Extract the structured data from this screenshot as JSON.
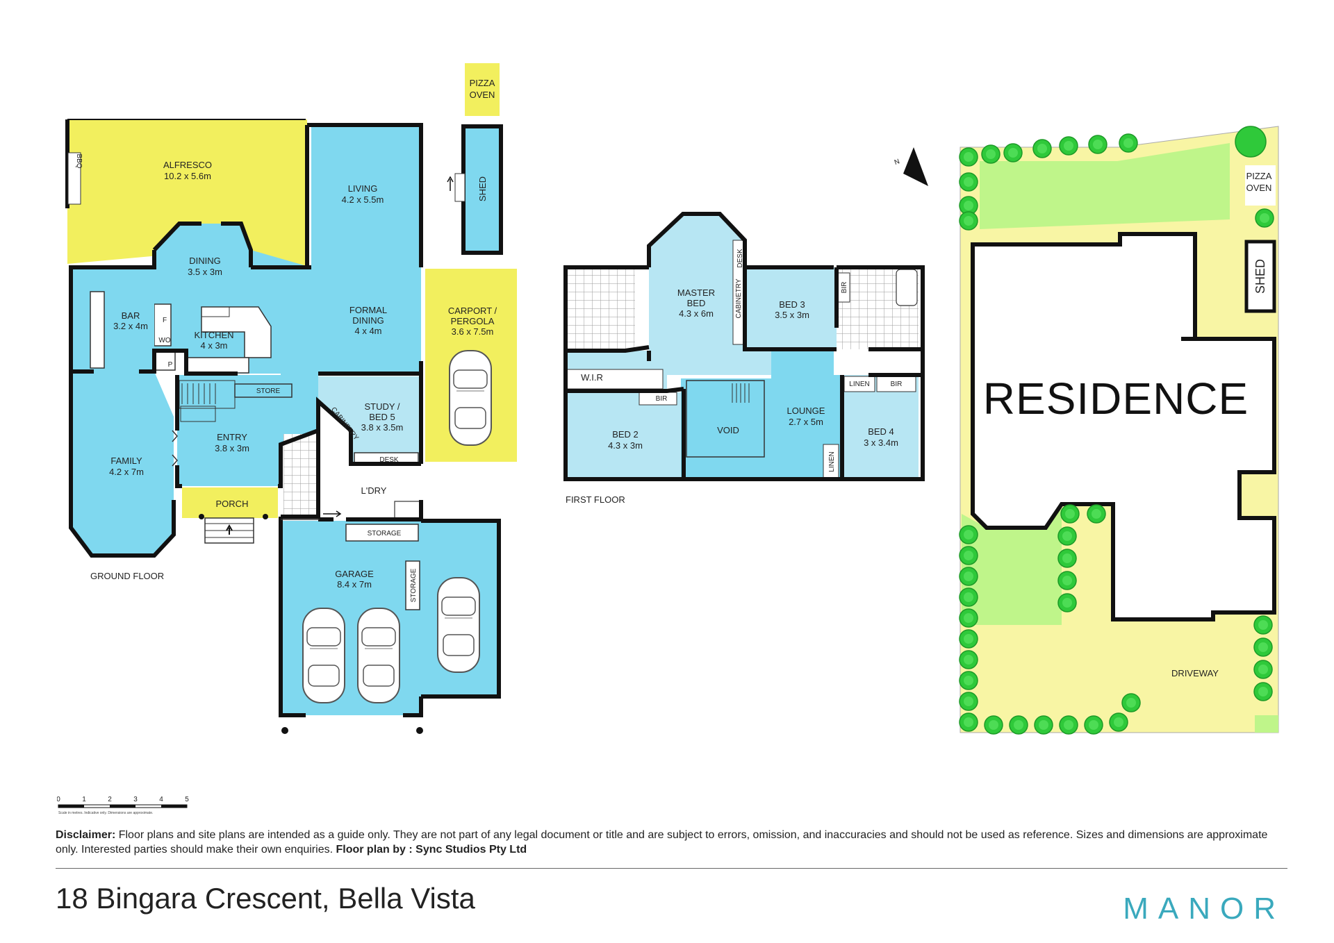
{
  "colors": {
    "room_blue": "#7fd8ef",
    "light_blue": "#b7e6f3",
    "yellow": "#f2ef5e",
    "pale_yellow": "#f8f5a4",
    "lawn_green": "#bff58a",
    "tree_green": "#2fc93a",
    "wall": "#111111",
    "brand": "#3aa9bd"
  },
  "ground_floor": {
    "label": "GROUND FLOOR",
    "rooms": {
      "alfresco": {
        "name": "ALFRESCO",
        "size": "10.2 x 5.6m"
      },
      "living": {
        "name": "LIVING",
        "size": "4.2 x 5.5m"
      },
      "dining": {
        "name": "DINING",
        "size": "3.5 x 3m"
      },
      "formal_dining": {
        "name1": "FORMAL",
        "name2": "DINING",
        "size": "4 x 4m"
      },
      "bar": {
        "name": "BAR",
        "size": "3.2 x 4m"
      },
      "kitchen": {
        "name": "KITCHEN",
        "size": "4 x 3m"
      },
      "family": {
        "name": "FAMILY",
        "size": "4.2 x 7m"
      },
      "entry": {
        "name": "ENTRY",
        "size": "3.8 x 3m"
      },
      "study": {
        "name1": "STUDY /",
        "name2": "BED 5",
        "size": "3.8 x 3.5m"
      },
      "carport": {
        "name1": "CARPORT /",
        "name2": "PERGOLA",
        "size": "3.6 x 7.5m"
      },
      "garage": {
        "name": "GARAGE",
        "size": "8.4 x 7m"
      },
      "porch": {
        "name": "PORCH"
      },
      "laundry": {
        "name": "L'DRY"
      }
    },
    "small_labels": {
      "store": "STORE",
      "storage_top": "STORAGE",
      "storage_side": "STORAGE",
      "desk": "DESK",
      "cabinetry": "CABINETRY",
      "bbq": "BBQ",
      "fridge": "F",
      "wall_oven": "WO",
      "pantry": "P"
    },
    "outbuildings": {
      "pizza_oven_1": "PIZZA",
      "pizza_oven_2": "OVEN",
      "shed": "SHED"
    }
  },
  "first_floor": {
    "label": "FIRST FLOOR",
    "rooms": {
      "master": {
        "name1": "MASTER",
        "name2": "BED",
        "size": "4.3 x 6m"
      },
      "bed3": {
        "name": "BED 3",
        "size": "3.5 x 3m"
      },
      "bed2": {
        "name": "BED 2",
        "size": "4.3 x 3m"
      },
      "bed4": {
        "name": "BED 4",
        "size": "3 x 3.4m"
      },
      "lounge": {
        "name": "LOUNGE",
        "size": "2.7 x 5m"
      },
      "void": {
        "name": "VOID"
      },
      "wir": {
        "name": "W.I.R"
      }
    },
    "small_labels": {
      "bir_bed2": "BIR",
      "bir_bed3": "BIR",
      "bir_bed4": "BIR",
      "linen_top": "LINEN",
      "linen_side": "LINEN",
      "desk": "DESK",
      "cabinetry": "CABINETRY"
    }
  },
  "site_plan": {
    "residence": "RESIDENCE",
    "driveway": "DRIVEWAY",
    "pizza_oven_1": "PIZZA",
    "pizza_oven_2": "OVEN",
    "shed": "SHED",
    "north": "N"
  },
  "scale_bar": {
    "ticks": [
      "0",
      "1",
      "2",
      "3",
      "4",
      "5"
    ],
    "note": "Scale in metres. Indicative only. Dimensions are approximate."
  },
  "footer": {
    "disclaimer_label": "Disclaimer:",
    "disclaimer_text": " Floor plans and site plans are intended as a guide only. They are not part of any legal document or title and are subject to errors, omission, and inaccuracies and should not be used as reference. Sizes and dimensions are approximate only. Interested parties should make their own enquiries. ",
    "credit": "Floor plan by : Sync Studios Pty Ltd",
    "address": "18 Bingara Crescent, Bella Vista",
    "brand": "MANOR"
  }
}
